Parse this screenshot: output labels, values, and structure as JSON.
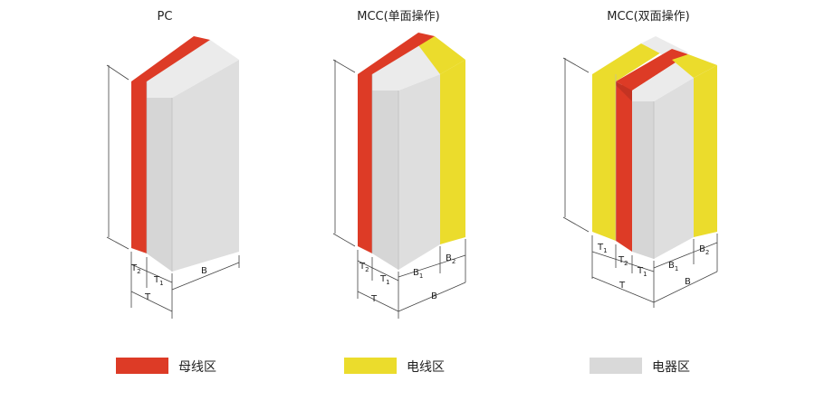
{
  "colors": {
    "busbar": "#dd3b26",
    "cable": "#ebdc2c",
    "device": "#d9d9d9",
    "device_top": "#ebebeb",
    "device_shadow": "#c8c8c8",
    "line": "#444444"
  },
  "diagrams": [
    {
      "title": "PC",
      "dims": {
        "T2": [
          "T",
          "2"
        ],
        "T1": [
          "T",
          "1"
        ],
        "B": "B",
        "T": "T"
      }
    },
    {
      "title": "MCC(单面操作)",
      "dims": {
        "T2": [
          "T",
          "2"
        ],
        "T1": [
          "T",
          "1"
        ],
        "B1": [
          "B",
          "1"
        ],
        "B2": [
          "B",
          "2"
        ],
        "T": "T",
        "B": "B"
      }
    },
    {
      "title": "MCC(双面操作)",
      "dims": {
        "T1a": [
          "T",
          "1"
        ],
        "T2": [
          "T",
          "2"
        ],
        "T1b": [
          "T",
          "1"
        ],
        "B1": [
          "B",
          "1"
        ],
        "B2": [
          "B",
          "2"
        ],
        "T": "T",
        "B": "B"
      }
    }
  ],
  "legend": [
    {
      "label": "母线区",
      "color": "#dd3b26"
    },
    {
      "label": "电线区",
      "color": "#ebdc2c"
    },
    {
      "label": "电器区",
      "color": "#d9d9d9"
    }
  ]
}
